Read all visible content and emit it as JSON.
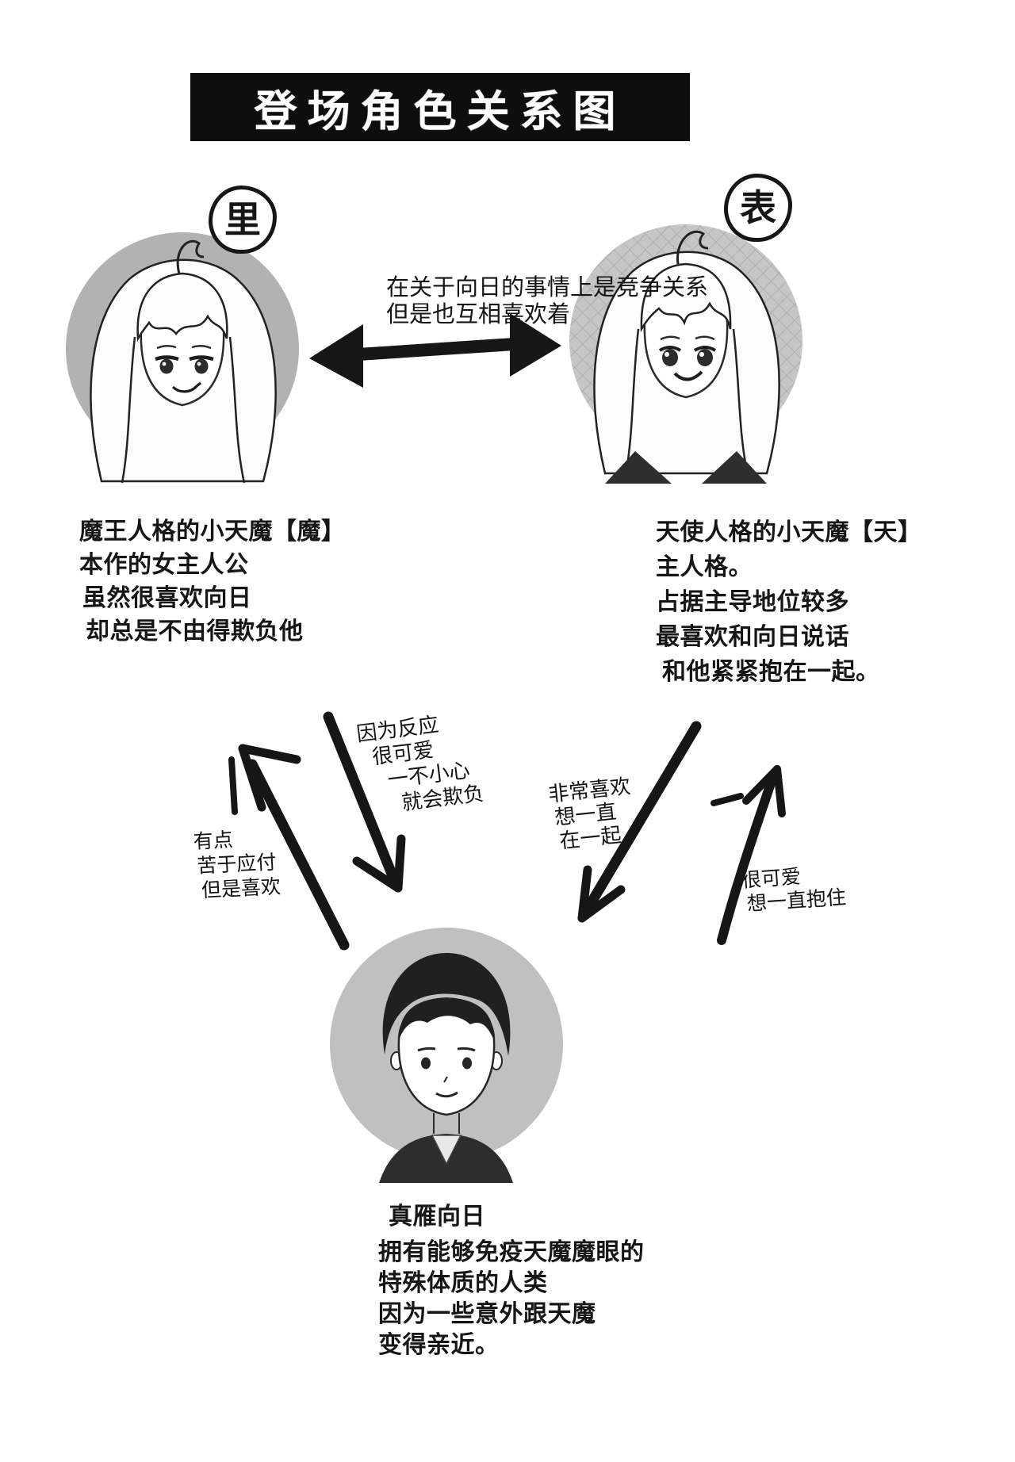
{
  "page": {
    "title": "登场角色关系图"
  },
  "badges": {
    "demon": "里",
    "angel": "表"
  },
  "characters": {
    "demon": {
      "heading": "魔王人格的小天魔【魔】",
      "lines": [
        "本作的女主人公",
        "虽然很喜欢向日",
        "却总是不由得欺负他"
      ]
    },
    "angel": {
      "heading": "天使人格的小天魔【天】",
      "lines": [
        "主人格。",
        "占据主导地位较多",
        "最喜欢和向日说话",
        "和他紧紧抱在一起。"
      ]
    },
    "hinata": {
      "name": "真雁向日",
      "lines": [
        "拥有能够免疫天魔魔眼的",
        "特殊体质的人类",
        "因为一些意外跟天魔",
        "变得亲近。"
      ]
    }
  },
  "relations": {
    "rivalry": {
      "lines": [
        "在关于向日的事情上是竞争关系",
        "但是也互相喜欢着"
      ]
    },
    "demon_to_hinata": {
      "lines": [
        "因为反应",
        "很可爱",
        "一不小心",
        "就会欺负"
      ]
    },
    "hinata_to_demon": {
      "lines": [
        "有点",
        "苦于应付",
        "但是喜欢"
      ]
    },
    "angel_to_hinata": {
      "lines": [
        "非常喜欢",
        "想一直",
        "在一起"
      ]
    },
    "hinata_to_angel": {
      "lines": [
        "很可爱",
        "想一直抱住"
      ]
    }
  },
  "colors": {
    "paper": "#ffffff",
    "ink": "#161616",
    "banner_bg": "#0e0e0e",
    "banner_text": "#ffffff",
    "portrait_bg_left": "#b2b2b2",
    "portrait_bg_right": "#c6c6c6",
    "portrait_bg_boy": "#c0c0c0"
  }
}
